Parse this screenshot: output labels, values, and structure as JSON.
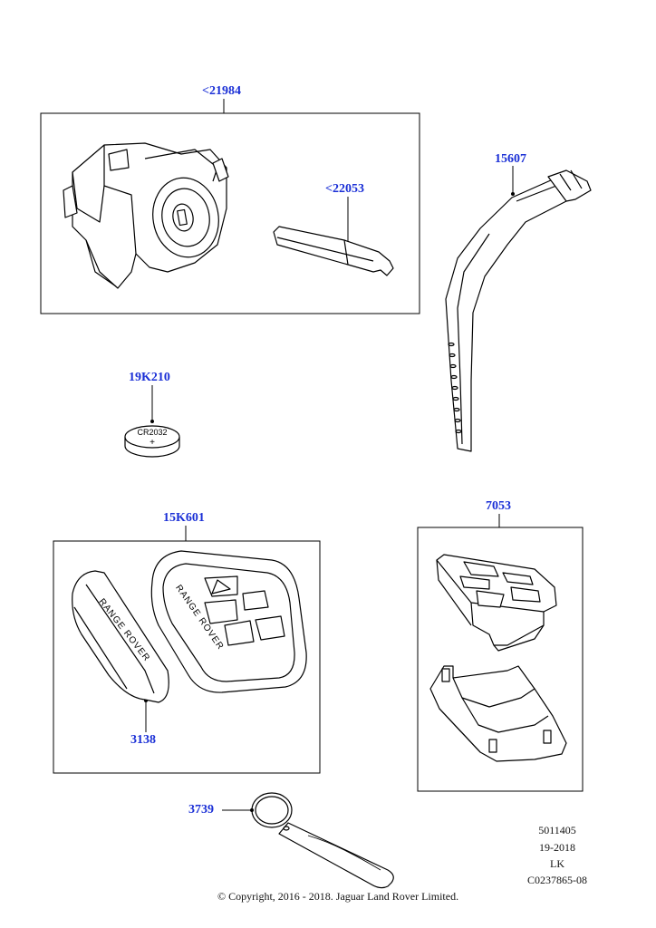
{
  "parts": {
    "ignition_switch": "<21984",
    "key_blade": "<22053",
    "strap": "15607",
    "battery": "19K210",
    "key_case": "15K601",
    "key_cover": "3138",
    "remote_transmitter": "7053",
    "key_ring": "3739"
  },
  "battery_print": {
    "model": "CR2032",
    "sign": "+"
  },
  "fob_text": "RANGE ROVER",
  "meta": {
    "ref": "5011405",
    "date": "19-2018",
    "initials": "LK",
    "code": "C0237865-08"
  },
  "copyright": "© Copyright, 2016 - 2018. Jaguar Land Rover Limited."
}
